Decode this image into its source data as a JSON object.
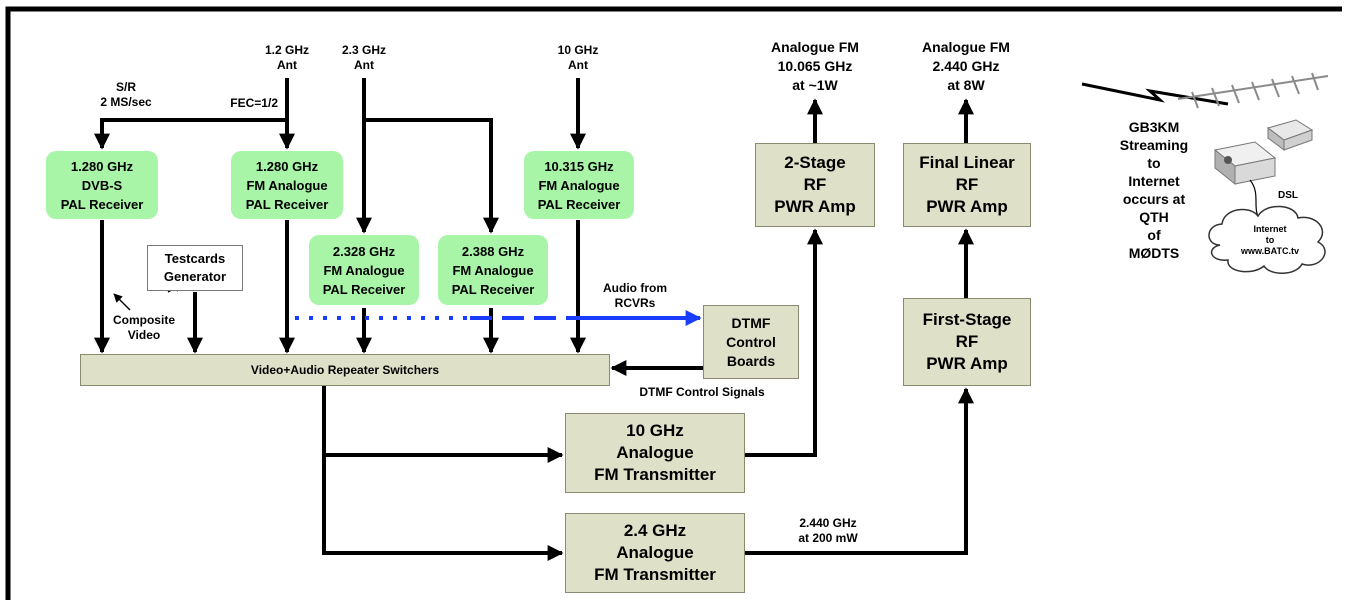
{
  "receivers": {
    "dvbs": "1.280 GHz\nDVB-S\nPAL Receiver",
    "fm1280": "1.280 GHz\nFM Analogue\nPAL Receiver",
    "fm2328": "2.328 GHz\nFM Analogue\nPAL Receiver",
    "fm2388": "2.388 GHz\nFM Analogue\nPAL Receiver",
    "fm10315": "10.315 GHz\nFM Analogue\nPAL Receiver"
  },
  "antennas": {
    "a12": "1.2 GHz\nAnt",
    "a23": "2.3 GHz\nAnt",
    "a10": "10 GHz\nAnt"
  },
  "labels": {
    "sr": "S/R\n2 MS/sec",
    "fec": "FEC=1/2",
    "composite": "Composite\nVideo",
    "audio": "Audio from\nRCVRs",
    "dtmf_signals": "DTMF Control Signals",
    "out10": "Analogue FM\n10.065 GHz\nat ~1W",
    "out24": "Analogue FM\n2.440 GHz\nat 8W",
    "mid24": "2.440 GHz\nat 200 mW",
    "stream": "GB3KM\nStreaming\nto\nInternet\noccurs at\nQTH\nof\nMØDTS",
    "dsl": "DSL",
    "cloud": "Internet\nto\nwww.BATC.tv"
  },
  "blocks": {
    "testcards": "Testcards\nGenerator",
    "switcher": "Video+Audio Repeater Switchers",
    "dtmf": "DTMF\nControl\nBoards",
    "amp2": "2-Stage\nRF\nPWR Amp",
    "final": "Final Linear\nRF\nPWR Amp",
    "first": "First-Stage\nRF\nPWR Amp",
    "tx10": "10 GHz\nAnalogue\nFM Transmitter",
    "tx24": "2.4 GHz\nAnalogue\nFM Transmitter"
  },
  "colors": {
    "receiver_fill": "#a8f5a8",
    "block_fill": "#dfe0c8",
    "audio_line": "#1a3cff",
    "frame": "#000000"
  }
}
